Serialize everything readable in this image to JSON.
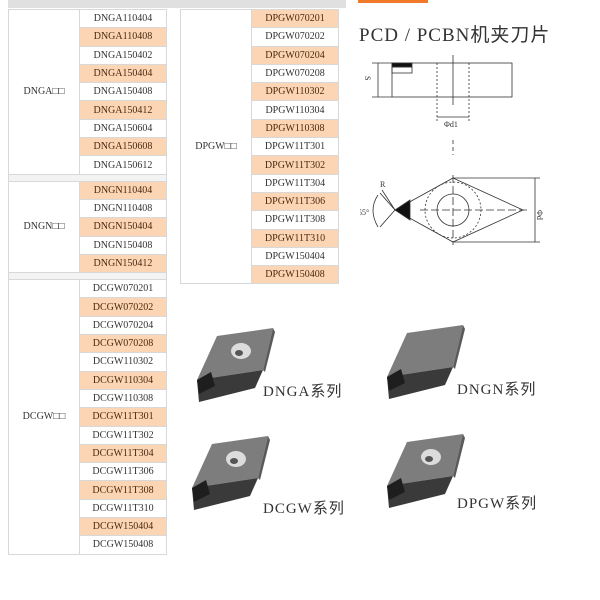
{
  "title": "PCD / PCBN机夹刀片",
  "left_table": [
    {
      "group": "DNGA□□",
      "codes": [
        "DNGA110404",
        "DNGA110408",
        "DNGA150402",
        "DNGA150404",
        "DNGA150408",
        "DNGA150412",
        "DNGA150604",
        "DNGA150608",
        "DNGA150612"
      ],
      "first_alt": false
    },
    {
      "group": "DNGN□□",
      "codes": [
        "DNGN110404",
        "DNGN110408",
        "DNGN150404",
        "DNGN150408",
        "DNGN150412"
      ],
      "first_alt": true
    },
    {
      "group": "DCGW□□",
      "codes": [
        "DCGW070201",
        "DCGW070202",
        "DCGW070204",
        "DCGW070208",
        "DCGW110302",
        "DCGW110304",
        "DCGW110308",
        "DCGW11T301",
        "DCGW11T302",
        "DCGW11T304",
        "DCGW11T306",
        "DCGW11T308",
        "DCGW11T310",
        "DCGW150404",
        "DCGW150408"
      ],
      "first_alt": false
    }
  ],
  "middle_table": [
    {
      "group": "DPGW□□",
      "codes": [
        "DPGW070201",
        "DPGW070202",
        "DPGW070204",
        "DPGW070208",
        "DPGW110302",
        "DPGW110304",
        "DPGW110308",
        "DPGW11T301",
        "DPGW11T302",
        "DPGW11T304",
        "DPGW11T306",
        "DPGW11T308",
        "DPGW11T310",
        "DPGW150404",
        "DPGW150408"
      ],
      "first_alt": true
    }
  ],
  "diagram": {
    "s": "S",
    "d1": "Φd1",
    "r": "R",
    "angle": "55°",
    "d": "Φd"
  },
  "inserts": [
    {
      "label": "DNGA系列",
      "hole": true
    },
    {
      "label": "DNGN系列",
      "hole": false
    },
    {
      "label": "DCGW系列",
      "hole": true
    },
    {
      "label": "DPGW系列",
      "hole": true
    }
  ],
  "colors": {
    "highlight": "#fcd5b4"
  }
}
